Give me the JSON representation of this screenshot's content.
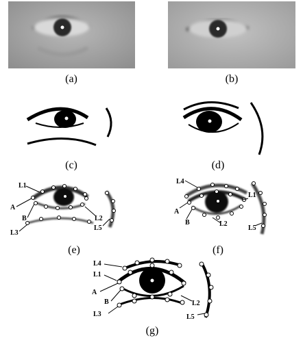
{
  "figure": {
    "panels": [
      {
        "id": "a",
        "caption": "(a)"
      },
      {
        "id": "b",
        "caption": "(b)"
      },
      {
        "id": "c",
        "caption": "(c)"
      },
      {
        "id": "d",
        "caption": "(d)"
      },
      {
        "id": "e",
        "caption": "(e)",
        "labels": [
          "L1",
          "A",
          "B",
          "L3",
          "L2",
          "L5"
        ]
      },
      {
        "id": "f",
        "caption": "(f)",
        "labels": [
          "L4",
          "A",
          "B",
          "L1",
          "L2",
          "L5"
        ]
      },
      {
        "id": "g",
        "caption": "(g)",
        "labels": [
          "L4",
          "L1",
          "A",
          "B",
          "L3",
          "L2",
          "L5"
        ]
      }
    ]
  }
}
